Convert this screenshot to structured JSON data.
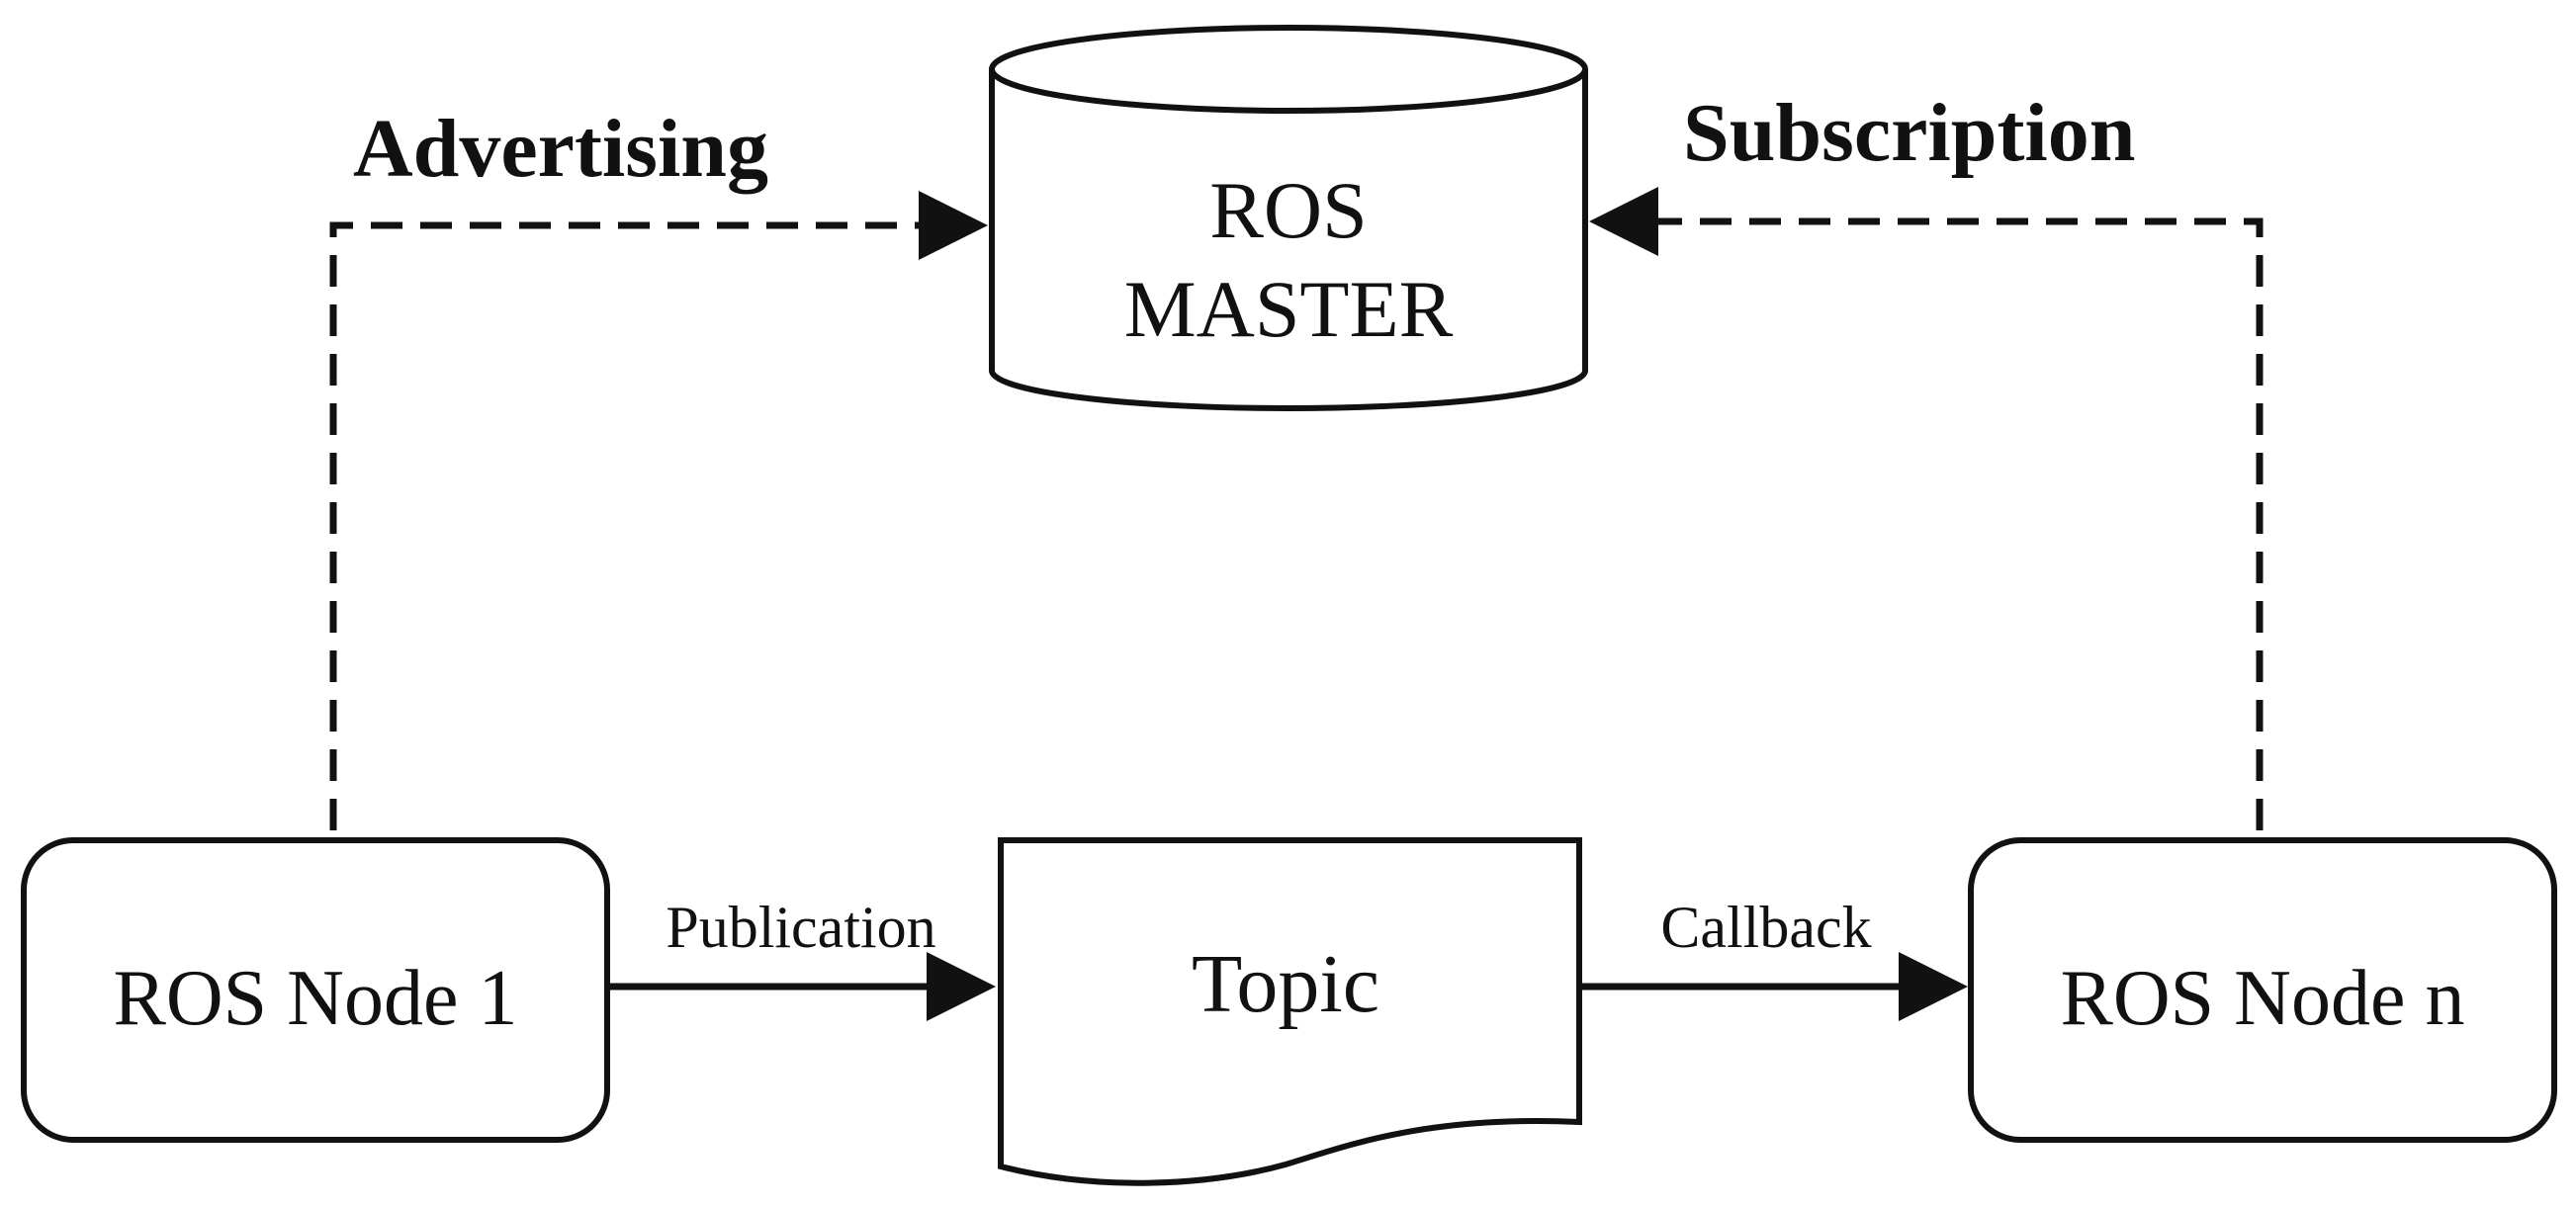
{
  "diagram": {
    "master": {
      "line1": "ROS",
      "line2": "MASTER"
    },
    "node1": {
      "label": "ROS Node 1"
    },
    "topic": {
      "label": "Topic"
    },
    "noden": {
      "label": "ROS Node n"
    },
    "edges": {
      "advertising": "Advertising",
      "subscription": "Subscription",
      "publication": "Publication",
      "callback": "Callback"
    }
  }
}
